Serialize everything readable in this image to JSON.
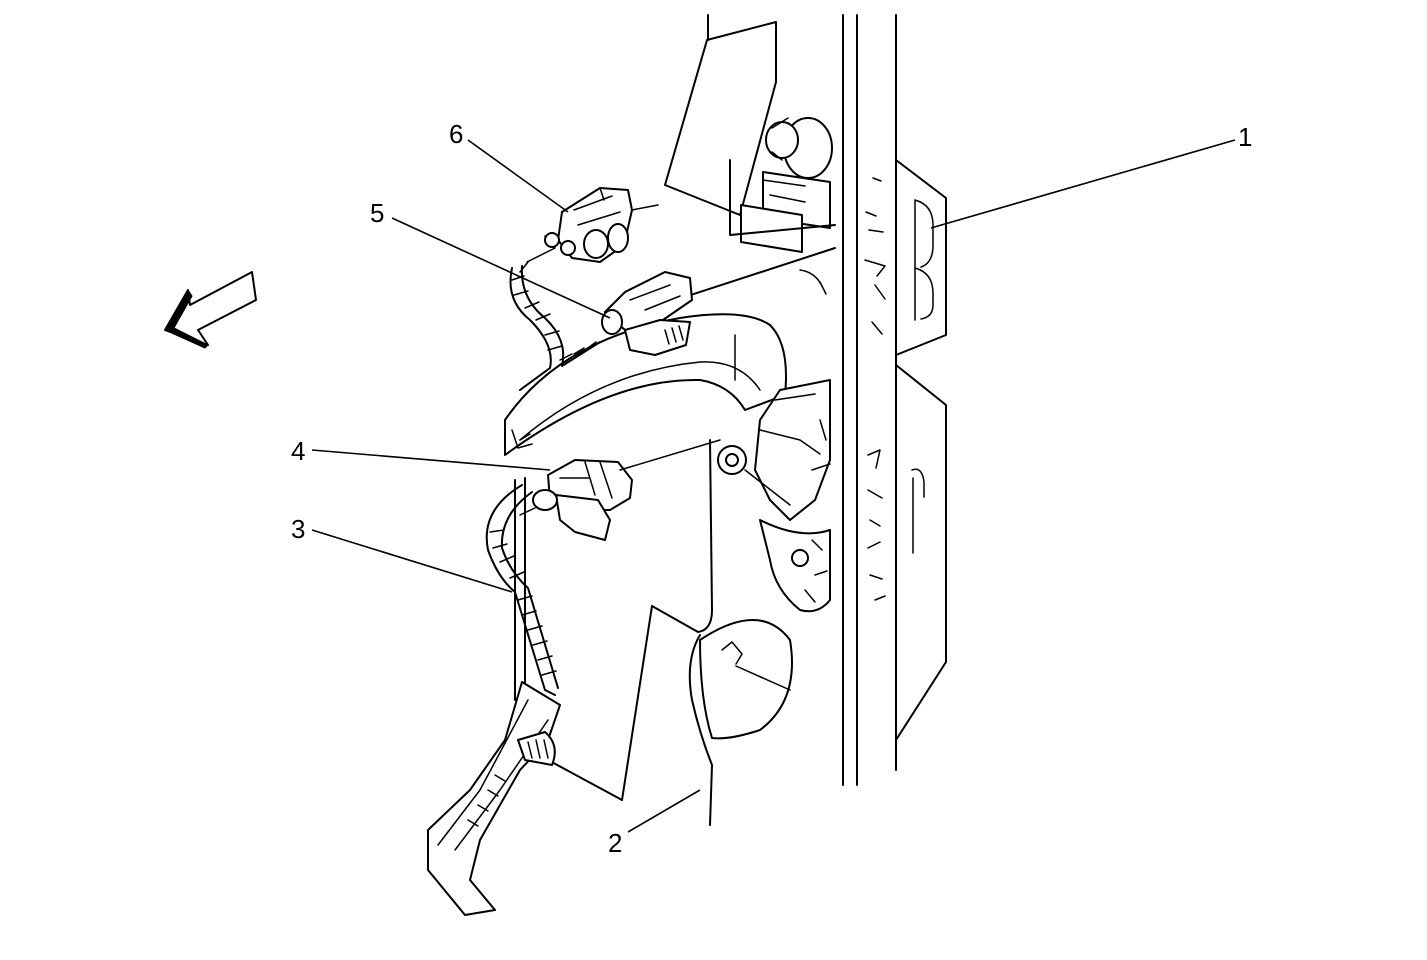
{
  "callouts": [
    {
      "id": "1",
      "label": "1"
    },
    {
      "id": "2",
      "label": "2"
    },
    {
      "id": "3",
      "label": "3"
    },
    {
      "id": "4",
      "label": "4"
    },
    {
      "id": "5",
      "label": "5"
    },
    {
      "id": "6",
      "label": "6"
    }
  ],
  "icons": {
    "direction_arrow": "forward-direction-arrow-icon"
  }
}
